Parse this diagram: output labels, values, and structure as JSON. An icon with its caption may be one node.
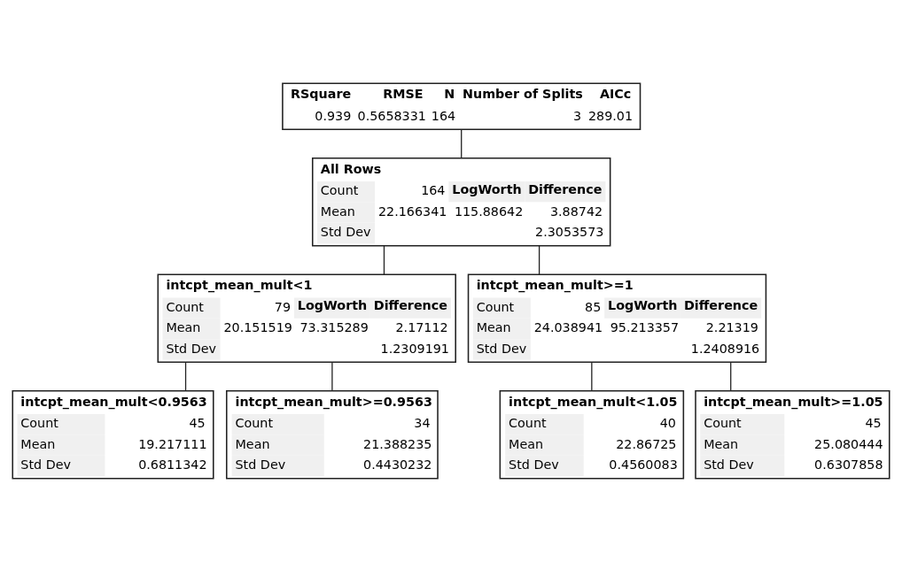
{
  "diagram": {
    "nodes": [
      {
        "text": [
          "RSquare",
          "RMSE",
          "N",
          "Number of Splits",
          "AICc",
          "0.939",
          "0.5658331",
          "164",
          "3",
          "289.01"
        ]
      },
      {
        "text": [
          "All Rows",
          "Count",
          "164",
          "LogWorth",
          "Difference",
          "Mean",
          "22.166341",
          "115.88642",
          "3.88742",
          "Std Dev",
          "2.3053573"
        ]
      },
      {
        "text": [
          "intcpt_mean_mult<1",
          "Count",
          "79",
          "LogWorth",
          "Difference",
          "Mean",
          "20.151519",
          "73.315289",
          "2.17112",
          "Std Dev",
          "1.2309191"
        ]
      },
      {
        "text": [
          "intcpt_mean_mult>=1",
          "Count",
          "85",
          "LogWorth",
          "Difference",
          "Mean",
          "24.038941",
          "95.213357",
          "2.21319",
          "Std Dev",
          "1.2408916"
        ]
      },
      {
        "text": [
          "intcpt_mean_mult<0.9563",
          "Count",
          "45",
          "Mean",
          "19.217111",
          "Std Dev",
          "0.6811342"
        ]
      },
      {
        "text": [
          "intcpt_mean_mult>=0.9563",
          "Count",
          "34",
          "Mean",
          "21.388235",
          "Std Dev",
          "0.4430232"
        ]
      },
      {
        "text": [
          "intcpt_mean_mult<1.05",
          "Count",
          "40",
          "Mean",
          "22.86725",
          "Std Dev",
          "0.4560083"
        ]
      },
      {
        "text": [
          "intcpt_mean_mult>=1.05",
          "Count",
          "45",
          "Mean",
          "25.080444",
          "Std Dev",
          "0.6307858"
        ]
      }
    ],
    "edges": [
      {
        "from": 0,
        "to": 1,
        "arrow": "none"
      },
      {
        "from": 1,
        "to": 2,
        "arrow": "none"
      },
      {
        "from": 1,
        "to": 3,
        "arrow": "none"
      },
      {
        "from": 2,
        "to": 4,
        "arrow": "none"
      },
      {
        "from": 2,
        "to": 5,
        "arrow": "none"
      },
      {
        "from": 3,
        "to": 6,
        "arrow": "none"
      },
      {
        "from": 3,
        "to": 7,
        "arrow": "none"
      }
    ]
  }
}
